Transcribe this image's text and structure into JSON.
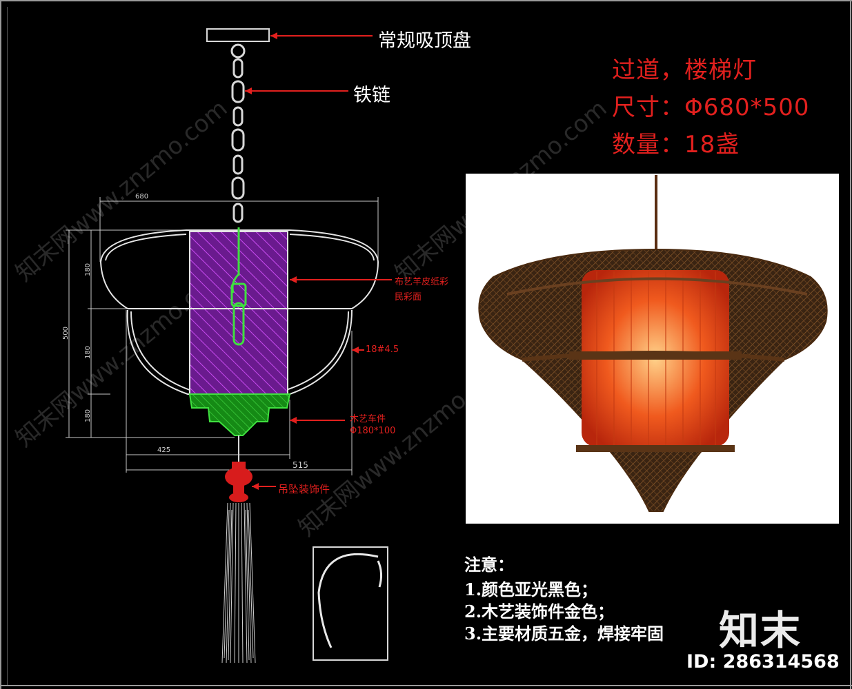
{
  "callouts": {
    "ceiling_plate": "常规吸顶盘",
    "chain": "铁链",
    "shade": "布艺羊皮纸彩",
    "shade_line2": "民彩面",
    "wire_spec": "18#4.5",
    "wood_part": "木艺车件",
    "wood_part_size": "Φ180*100",
    "pendant": "吊坠装饰件"
  },
  "dimensions": {
    "top_width": "680",
    "dim_left_1": "180",
    "dim_left_2": "180",
    "dim_left_3": "180",
    "dim_total_height": "500",
    "bottom_left": "425",
    "bottom_right": "515"
  },
  "spec": {
    "line1": "过道，楼梯灯",
    "line2": "尺寸：Φ680*500",
    "line3": "数量：18盏"
  },
  "notes": {
    "title": "注意：",
    "item1": "1.颜色亚光黑色；",
    "item2": "2.木艺装饰件金色；",
    "item3": "3.主要材质五金，焊接牢固"
  },
  "watermark": {
    "text": "知末网www.znzmo.com"
  },
  "brand": {
    "logo": "知末",
    "id": "ID: 286314568"
  },
  "colors": {
    "background": "#000000",
    "callout_red": "#e2201e",
    "leader_red": "#e2201e",
    "shade_purple": "#7a1fa0",
    "wood_green": "#1fa01f",
    "tassel_red": "#d81c1c"
  }
}
